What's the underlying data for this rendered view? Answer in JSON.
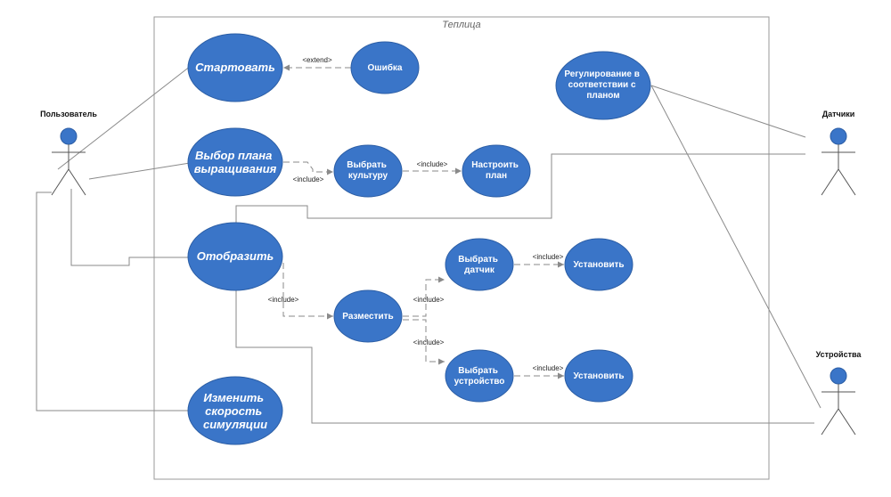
{
  "system": {
    "title": "Теплица"
  },
  "actors": {
    "user": "Пользователь",
    "sensors": "Датчики",
    "devices": "Устройства"
  },
  "use_cases": {
    "start": [
      "Стартовать"
    ],
    "error": [
      "Ошибка"
    ],
    "regulation": [
      "Регулирование в",
      "соответствии с",
      "планом"
    ],
    "choose_plan": [
      "Выбор плана",
      "выращивания"
    ],
    "choose_crop": [
      "Выбрать",
      "культуру"
    ],
    "configure_plan": [
      "Настроить",
      "план"
    ],
    "display": [
      "Отобразить"
    ],
    "choose_sensor": [
      "Выбрать",
      "датчик"
    ],
    "install_sensor": [
      "Установить"
    ],
    "place": [
      "Разместить"
    ],
    "choose_device": [
      "Выбрать",
      "устройство"
    ],
    "install_device": [
      "Установить"
    ],
    "change_speed": [
      "Изменить",
      "скорость",
      "симуляции"
    ]
  },
  "relations": {
    "extend": "<extend>",
    "include": "<include>"
  }
}
